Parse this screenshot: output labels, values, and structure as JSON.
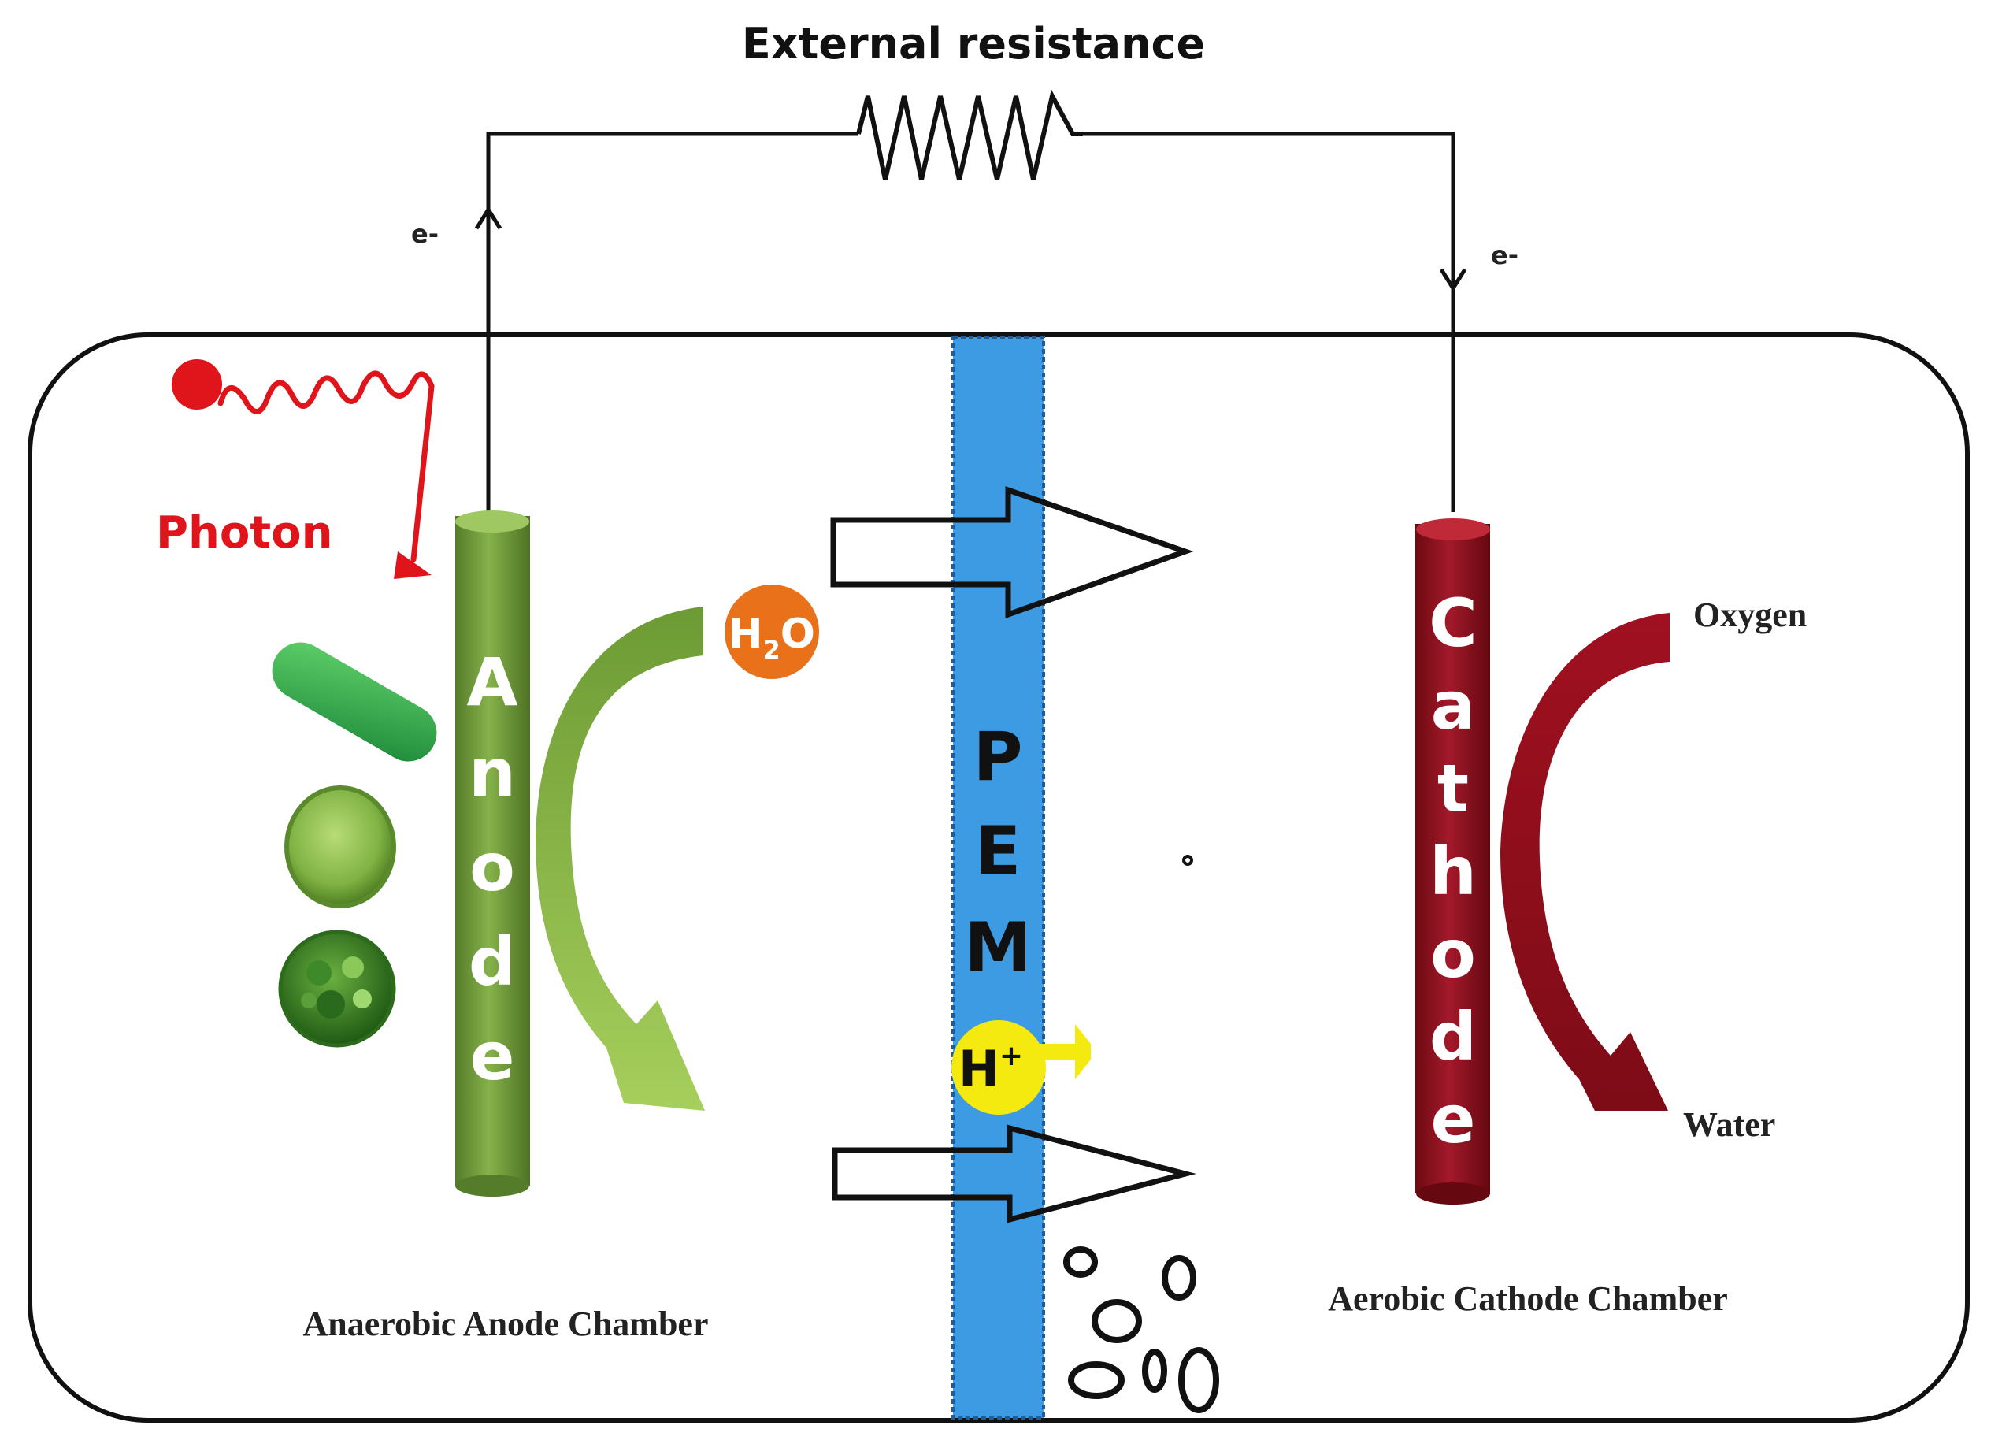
{
  "title": "External resistance",
  "electron_left": "e-",
  "electron_right": "e-",
  "photon_label": "Photon",
  "anode": {
    "letters": [
      "A",
      "n",
      "o",
      "d",
      "e"
    ]
  },
  "cathode": {
    "letters": [
      "C",
      "a",
      "t",
      "h",
      "o",
      "d",
      "e"
    ]
  },
  "pem": {
    "letters": [
      "P",
      "E",
      "M"
    ]
  },
  "water_molecule": {
    "base": "H",
    "subscript": "2",
    "tail": "O"
  },
  "proton": {
    "base": "H",
    "superscript": "+"
  },
  "oxygen_label": "Oxygen",
  "water_label": "Water",
  "anode_chamber_label": "Anaerobic Anode Chamber",
  "cathode_chamber_label": "Aerobic Cathode Chamber",
  "colors": {
    "photon_red": "#e0141b",
    "anode_green": "#6d9a3a",
    "arrow_green": "#7cb342",
    "cathode_red": "#8c0f1a",
    "pem_blue": "#3d9be3",
    "water_orange": "#e8711a",
    "proton_yellow": "#f5ea0f"
  },
  "icons": [
    "resistor-icon",
    "photon-icon",
    "bacterium-rod-icon",
    "algae-cell-icon",
    "algae-cell-dotted-icon",
    "bubble-icon"
  ]
}
